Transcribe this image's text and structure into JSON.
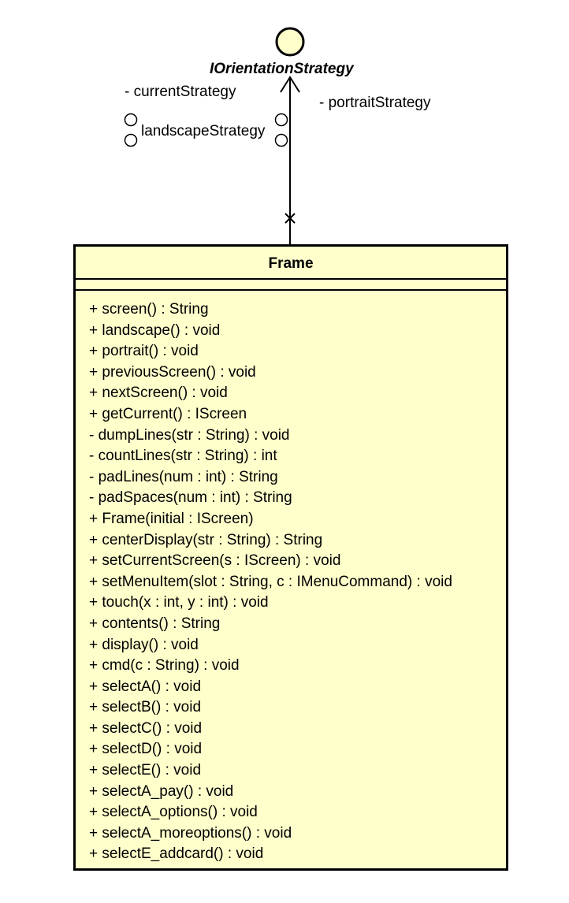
{
  "interface": {
    "name": "IOrientationStrategy"
  },
  "association": {
    "role_current": "- currentStrategy",
    "role_landscape": "landscapeStrategy",
    "role_portrait": "- portraitStrategy"
  },
  "class": {
    "name": "Frame",
    "operations": [
      "+ screen() : String",
      "+ landscape() : void",
      "+ portrait() : void",
      "+ previousScreen() : void",
      "+ nextScreen() : void",
      "+ getCurrent() : IScreen",
      "- dumpLines(str : String) : void",
      "- countLines(str : String) : int",
      "- padLines(num : int) : String",
      "- padSpaces(num : int) : String",
      "+ Frame(initial : IScreen)",
      "+ centerDisplay(str : String) : String",
      "+ setCurrentScreen(s : IScreen) : void",
      "+ setMenuItem(slot : String, c : IMenuCommand) : void",
      "+ touch(x : int, y : int) : void",
      "+ contents() : String",
      "+ display() : void",
      "+ cmd(c : String) : void",
      "+ selectA() : void",
      "+ selectB() : void",
      "+ selectC() : void",
      "+ selectD() : void",
      "+ selectE() : void",
      "+ selectA_pay() : void",
      "+ selectA_options() : void",
      "+ selectA_moreoptions() : void",
      "+ selectE_addcard() : void"
    ]
  },
  "colors": {
    "class_fill": "#ffffcc",
    "interface_fill": "#ffffcc",
    "stroke": "#000000"
  }
}
